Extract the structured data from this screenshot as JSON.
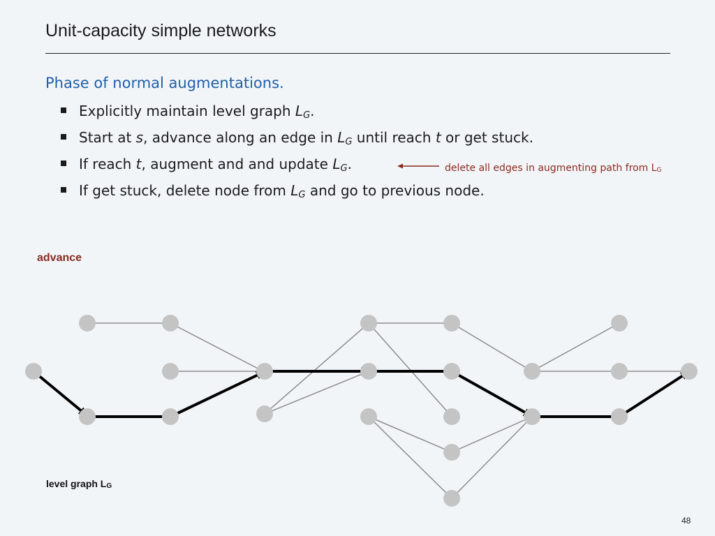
{
  "slide": {
    "title": "Unit-capacity simple networks",
    "heading": "Phase of normal augmentations.",
    "bullets": [
      {
        "before": "Explicitly maintain level graph ",
        "sym": "L",
        "sub": "G",
        "after": "."
      },
      {
        "before": "Start at ",
        "it1": "s",
        "mid1": ", advance along an edge in ",
        "sym": "L",
        "sub": "G",
        "mid2": " until reach ",
        "it2": "t",
        "after": " or get stuck."
      },
      {
        "before": "If reach ",
        "it1": "t",
        "mid1": ", augment and and update ",
        "sym": "L",
        "sub": "G",
        "after": "."
      },
      {
        "before": "If get stuck, delete node from ",
        "sym": "L",
        "sub": "G",
        "after": " and go to previous node."
      }
    ],
    "annotation": {
      "text": "delete all edges in augmenting path from L",
      "sub": "G"
    },
    "step_label": "advance",
    "graph_label": {
      "text": "level graph L",
      "sub": "G"
    },
    "page_number": "48"
  },
  "colors": {
    "heading": "#1f5fa8",
    "annotation": "#8b2b1f",
    "node": "#c4c4c4",
    "edge": "#8c8c8c",
    "path": "#000000"
  }
}
